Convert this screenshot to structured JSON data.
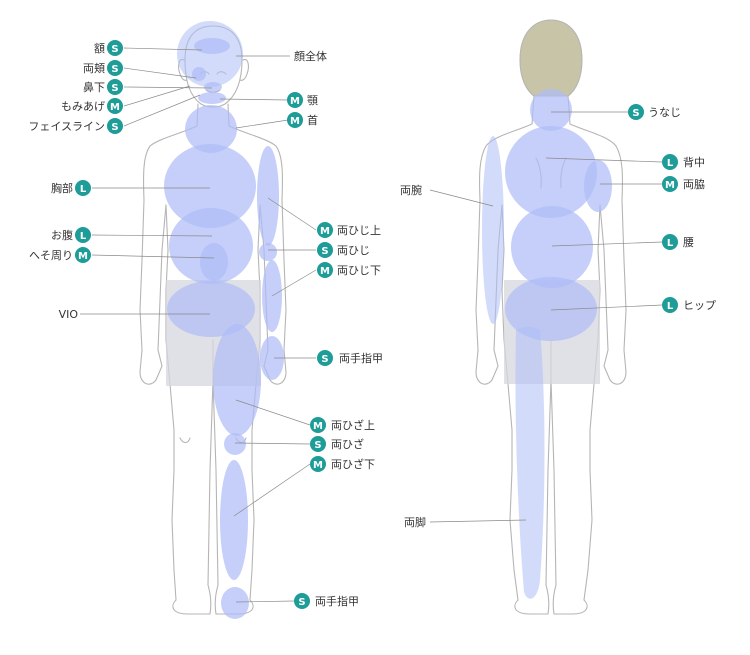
{
  "badge_color": "#1e9c98",
  "zone_color": "#aebdf7",
  "labels": {
    "forehead": "額",
    "cheeks": "両頬",
    "under_nose": "鼻下",
    "sideburns": "もみあげ",
    "faceline": "フェイスライン",
    "whole_face": "顔全体",
    "jaw": "顎",
    "neck": "首",
    "chest": "胸部",
    "belly": "お腹",
    "navel": "へそ周り",
    "vio": "VIO",
    "upper_elbow": "両ひじ上",
    "elbow": "両ひじ",
    "lower_elbow": "両ひじ下",
    "hand_nails": "両手指甲",
    "upper_knee": "両ひざ上",
    "knee": "両ひざ",
    "lower_knee": "両ひざ下",
    "foot_nails": "両手指甲",
    "nape": "うなじ",
    "upper_back": "背中",
    "armpits": "両脇",
    "arms": "両腕",
    "waist": "腰",
    "hips": "ヒップ",
    "legs": "両脚"
  },
  "sizes": {
    "forehead": "S",
    "cheeks": "S",
    "under_nose": "S",
    "sideburns": "M",
    "faceline": "S",
    "jaw": "M",
    "neck": "M",
    "chest": "L",
    "belly": "L",
    "navel": "M",
    "upper_elbow": "M",
    "elbow": "S",
    "lower_elbow": "M",
    "hand_nails": "S",
    "upper_knee": "M",
    "knee": "S",
    "lower_knee": "M",
    "foot_nails": "S",
    "nape": "S",
    "upper_back": "L",
    "armpits": "M",
    "waist": "L",
    "hips": "L"
  }
}
